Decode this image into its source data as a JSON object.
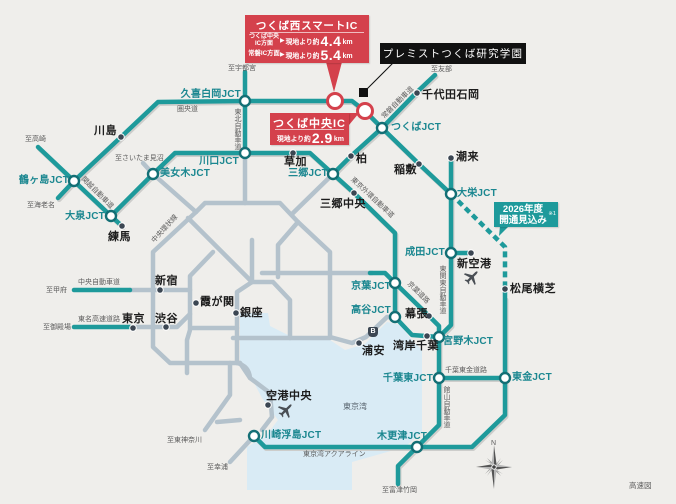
{
  "map": {
    "title_mark": "高速図",
    "compass_north": "N",
    "water_label": "東京湾",
    "badge_label": "B",
    "callouts": {
      "nishi_smart_ic": {
        "title": "つくば西スマートIC",
        "rows": [
          {
            "direction_1": "つくば中央",
            "direction_2": "IC方面",
            "arrow": "▶",
            "prefix": "現地より約",
            "distance": "4.4",
            "unit": "km"
          },
          {
            "direction_1": "常磐IC方面",
            "direction_2": "",
            "arrow": "▶",
            "prefix": "現地より約",
            "distance": "5.4",
            "unit": "km"
          }
        ]
      },
      "chuo_ic": {
        "title": "つくば中央IC",
        "prefix": "現地より約",
        "distance": "2.9",
        "unit": "km"
      },
      "property": {
        "name": "プレミストつくば研究学園"
      },
      "opening": {
        "line1": "2026年度",
        "line2": "開通見込み",
        "note": "※1"
      }
    },
    "junctions": {
      "kuki_shiraoka": "久喜白岡JCT",
      "kawaguchi": "川口JCT",
      "bijogi": "美女木JCT",
      "tsurugashima": "鶴ヶ島JCT",
      "oizumi": "大泉JCT",
      "misato": "三郷JCT",
      "tsukuba": "つくばJCT",
      "taiei": "大栄JCT",
      "narita": "成田JCT",
      "keiyo": "京葉JCT",
      "koya": "高谷JCT",
      "miyanogi": "宮野木JCT",
      "chiba_higashi": "千葉東JCT",
      "togane": "東金JCT",
      "kisarazu": "木更津JCT",
      "kawasaki_ukishima": "川崎浮島JCT"
    },
    "places": {
      "kawajima": "川島",
      "chiyoda_ishioka": "千代田石岡",
      "soka": "草加",
      "kashiwa": "柏",
      "inashiki": "稲敷",
      "itako": "潮来",
      "misato_chuo": "三郷中央",
      "nerima": "練馬",
      "shin_kuko": "新空港",
      "matsuo_yokoshiba": "松尾横芝",
      "shinjuku": "新宿",
      "kasumigaseki": "霞が関",
      "ginza": "銀座",
      "tokyo": "東京",
      "shibuya": "渋谷",
      "makuhari": "幕張",
      "urayasu": "浦安",
      "wangan_chiba": "湾岸千葉",
      "kuko_chuo": "空港中央"
    },
    "directions": {
      "utsunomiya": "至宇都宮",
      "tomobe": "至友部",
      "takasaki": "至高崎",
      "saitama_minuma": "至さいたま見沼",
      "ebina": "至海老名",
      "kofu": "至甲府",
      "gotemba": "至御殿場",
      "higashi_kanagawa": "至東神奈川",
      "sachiura": "至幸浦",
      "futtsu_takeoka": "至富津竹岡"
    },
    "roads": {
      "ken_o_do": "圏央道",
      "tohoku": "東北自動車道",
      "kan_etsu": "関越自動車道",
      "joban": "常磐自動車道",
      "gaikan": "東京外環自動車道",
      "central_circular": "中央環状線",
      "chuo": "中央自動車道",
      "tomei": "東名高速道路",
      "keiyo_road": "京葉道路",
      "higashi_kanto": "東関東自動車道",
      "chiba_togane": "千葉東金道路",
      "tateyama": "館山自動車道",
      "aqua_line": "東京湾アクアライン"
    }
  },
  "colors": {
    "background": "#efeeeb",
    "expressway": "#1e9a9b",
    "urban_expressway": "#b4c2cc",
    "bay_water": "#d9ebf5",
    "callout_red": "#d4414c",
    "property_box": "#111111",
    "jct_label": "#1b8790"
  }
}
